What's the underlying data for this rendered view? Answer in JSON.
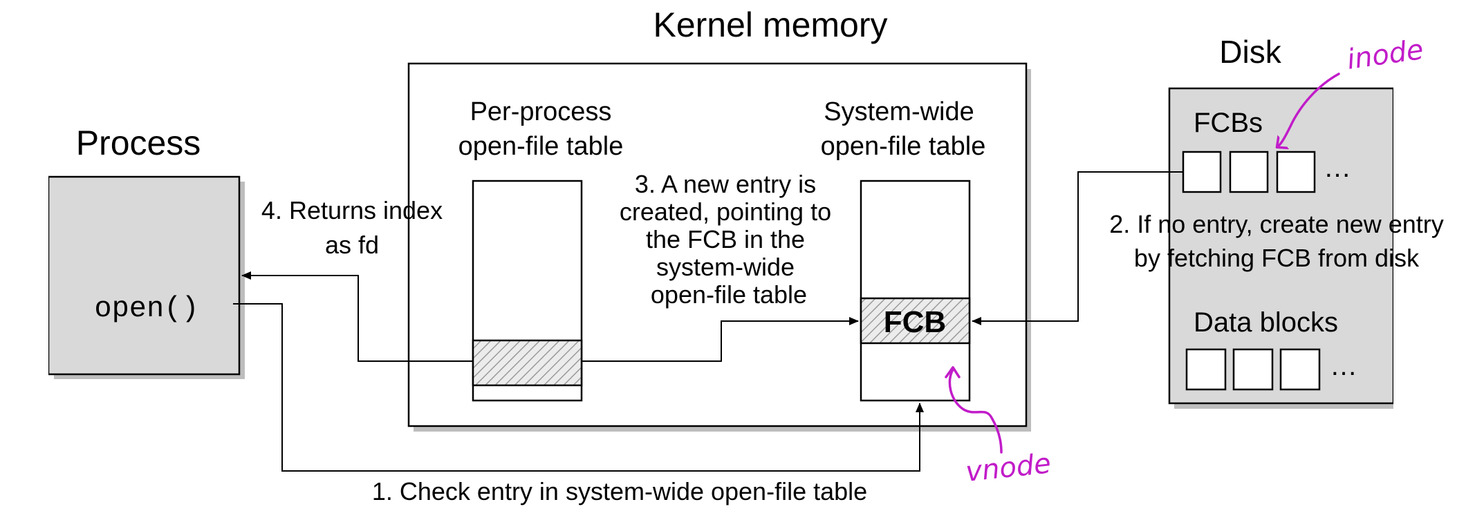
{
  "labels": {
    "kernel_memory": "Kernel memory",
    "disk": "Disk",
    "process": "Process",
    "per_process_line1": "Per-process",
    "per_process_line2": "open-file table",
    "system_wide_line1": "System-wide",
    "system_wide_line2": "open-file table",
    "open_call": "open()",
    "fcb_entry": "FCB",
    "fcbs": "FCBs",
    "fcbs_ellipsis": "…",
    "data_blocks": "Data blocks",
    "data_ellipsis": "…"
  },
  "steps": {
    "step1": "1. Check entry in system-wide open-file table",
    "step2_line1": "2. If no entry, create new entry",
    "step2_line2": "by fetching FCB from disk",
    "step3_line1": "3. A new entry is",
    "step3_line2": "created, pointing to",
    "step3_line3": "the FCB in the",
    "step3_line4": "system-wide",
    "step3_line5": "open-file table",
    "step4_line1": "4. Returns index",
    "step4_line2": "as fd"
  },
  "annotations": {
    "inode": "inode",
    "vnode": "vnode"
  },
  "colors": {
    "box_fill": "#d9d9d9",
    "annotation": "#c11cc9",
    "line": "#000000"
  }
}
